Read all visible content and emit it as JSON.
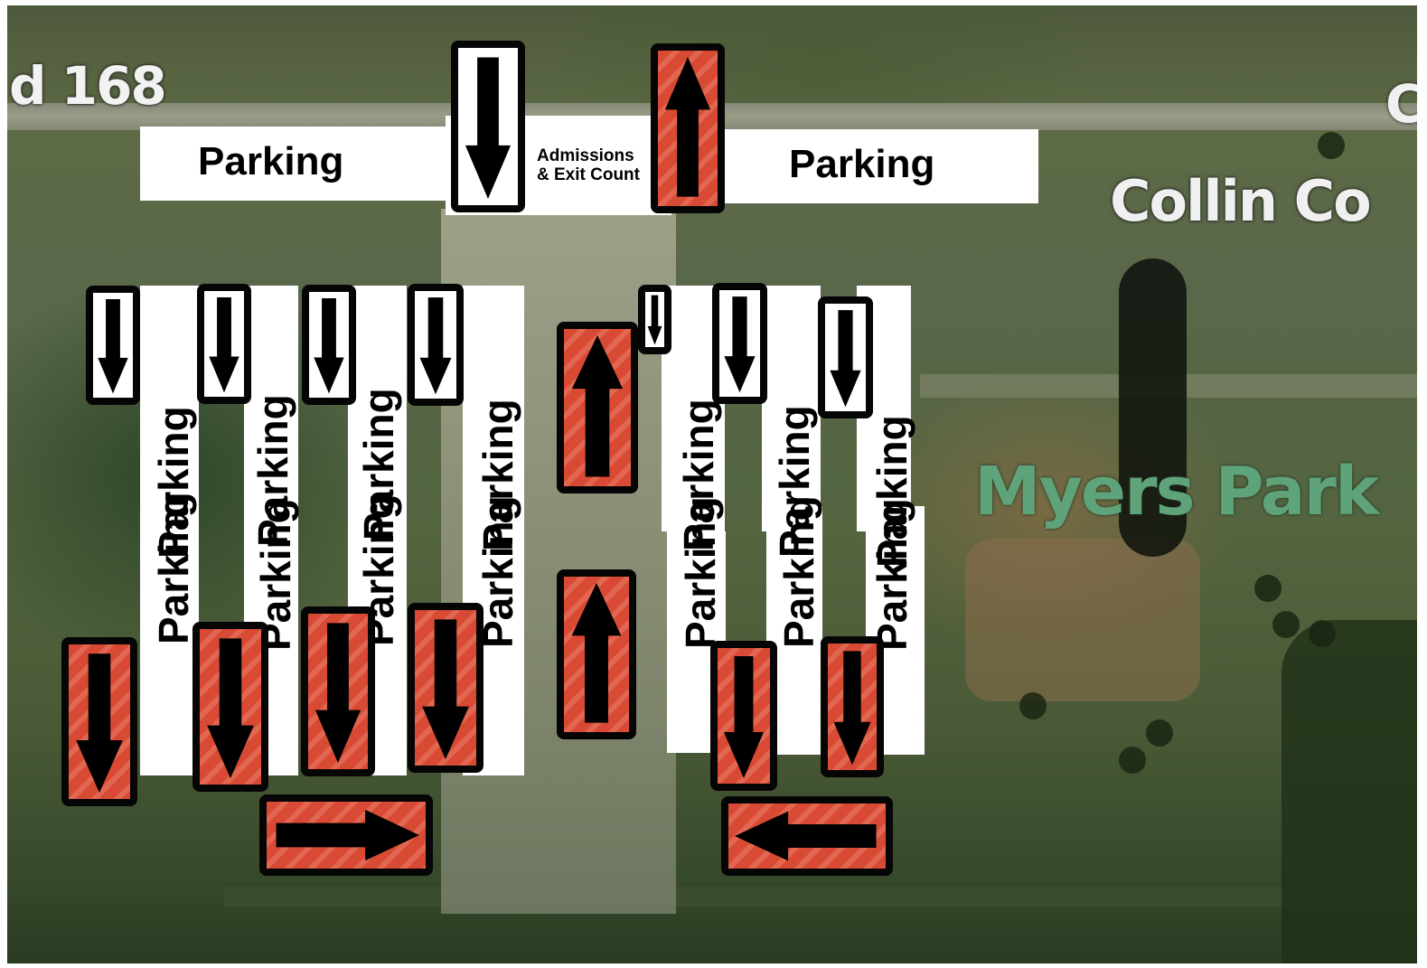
{
  "map": {
    "road_label": "d 168",
    "county_label": "Collin Co",
    "corner_label": "C",
    "park_label": "Myers Park"
  },
  "banners": {
    "parking_left": "Parking",
    "parking_right": "Parking",
    "admissions_line1": "Admissions",
    "admissions_line2": "& Exit Count"
  },
  "row_labels": {
    "parking": "Parking"
  },
  "signs": {
    "white_arrow_color": "#ffffff",
    "red_arrow_color": "#d94a34",
    "arrow_fill": "#000000"
  }
}
